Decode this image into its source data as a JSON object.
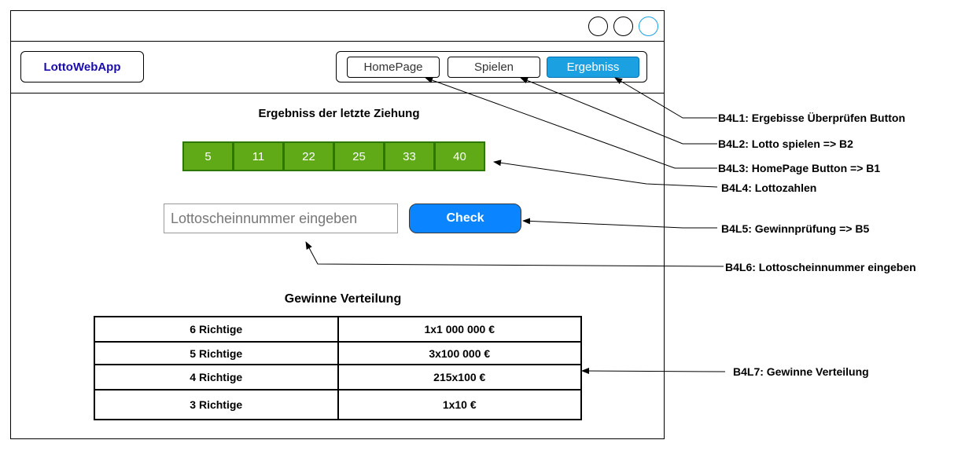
{
  "app": {
    "logo": "LottoWebApp"
  },
  "nav": {
    "items": [
      {
        "label": "HomePage",
        "active": false
      },
      {
        "label": "Spielen",
        "active": false
      },
      {
        "label": "Ergebniss",
        "active": true
      }
    ]
  },
  "draw": {
    "title": "Ergebniss der letzte Ziehung",
    "numbers": [
      "5",
      "11",
      "22",
      "25",
      "33",
      "40"
    ]
  },
  "check": {
    "input_placeholder": "Lottoscheinnummer eingeben",
    "button_label": "Check"
  },
  "distribution": {
    "title": "Gewinne Verteilung",
    "rows": [
      {
        "matches": "6 Richtige",
        "prize": "1x1 000 000 €"
      },
      {
        "matches": "5 Richtige",
        "prize": "3x100 000 €"
      },
      {
        "matches": "4 Richtige",
        "prize": "215x100 €"
      },
      {
        "matches": "3 Richtige",
        "prize": "1x10 €"
      }
    ]
  },
  "annotations": [
    "B4L1: Ergebisse Überprüfen Button",
    "B4L2: Lotto spielen => B2",
    "B4L3: HomePage Button => B1",
    "B4L4: Lottozahlen",
    "B4L5: Gewinnprüfung => B5",
    "B4L6: Lottoscheinnummer eingeben",
    "B4L7: Gewinne Verteilung"
  ],
  "colors": {
    "accent_nav": "#1ba1e2",
    "check_button": "#0a84ff",
    "number_fill": "#60a917",
    "logo_text": "#1a0dab"
  }
}
